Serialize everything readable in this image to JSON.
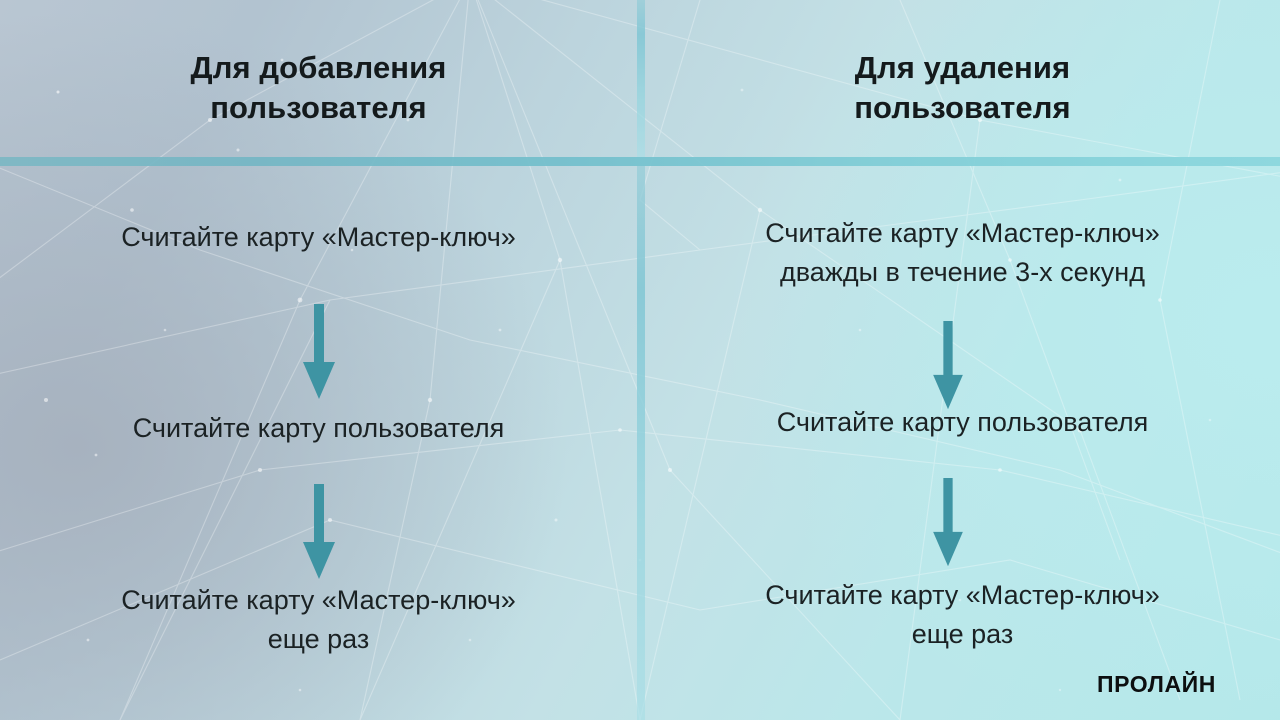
{
  "slide": {
    "accent_color": "#3e94a3",
    "rule_color": "#77bdc9",
    "text_color": "#1b2224",
    "title_color": "#141a1c"
  },
  "columns": [
    {
      "id": "left",
      "title": "Для добавления\nпользователя",
      "steps": [
        "Считайте карту «Мастер-ключ»",
        "Считайте карту пользователя",
        "Считайте карту «Мастер-ключ»\nеще раз"
      ],
      "arrows": [
        "down-arrow",
        "down-arrow"
      ]
    },
    {
      "id": "right",
      "title": "Для удаления\nпользователя",
      "steps": [
        "Считайте карту «Мастер-ключ»\nдважды в течение 3-х секунд",
        "Считайте карту пользователя",
        "Считайте карту «Мастер-ключ»\nеще раз"
      ],
      "arrows": [
        "down-arrow",
        "down-arrow"
      ]
    }
  ],
  "logo": {
    "text": "ПРОЛАЙН"
  }
}
